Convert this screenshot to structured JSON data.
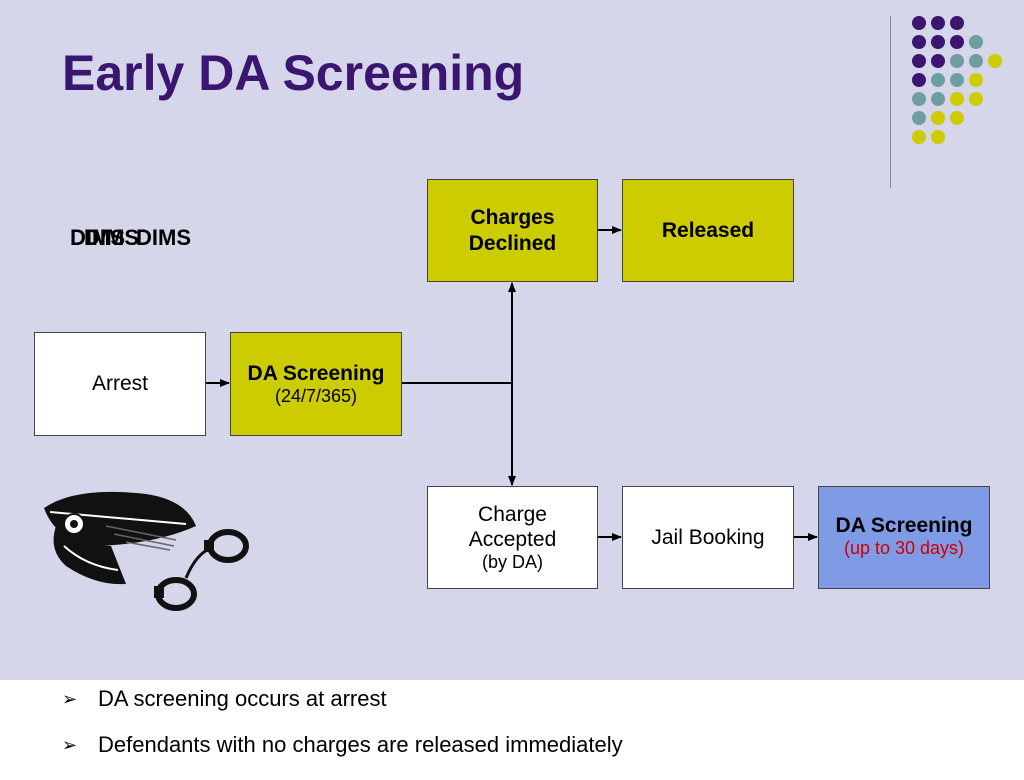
{
  "slide": {
    "title": "Early DA Screening",
    "overlap_left": "DIMS",
    "overlap_right": "DIMS",
    "overlap_right2": "DIMS"
  },
  "flow": {
    "arrest": "Arrest",
    "screening_title": "DA Screening",
    "screening_sub": "(24/7/365)",
    "declined": "Charges Declined",
    "released": "Released",
    "accepted_line1": "Charge",
    "accepted_line2": "Accepted",
    "accepted_sub": "(by DA)",
    "jail": "Jail Booking",
    "later_title": "DA Screening",
    "later_sub": "(up to 30 days)"
  },
  "bullets": [
    "DA screening occurs at arrest",
    "Defendants with no charges are released immediately"
  ],
  "colors": {
    "title": "#3b1670",
    "slide_bg": "#d6d6ea",
    "yellow_box": "#cccc00",
    "blue_box": "#7f9be6",
    "red_text": "#cc0000",
    "dot_purple": "#3b1670",
    "dot_teal": "#6f9ea0",
    "dot_yellow": "#cccc00"
  },
  "icons": [
    "police-cap-icon",
    "handcuffs-icon",
    "bullet-arrow-icon"
  ]
}
